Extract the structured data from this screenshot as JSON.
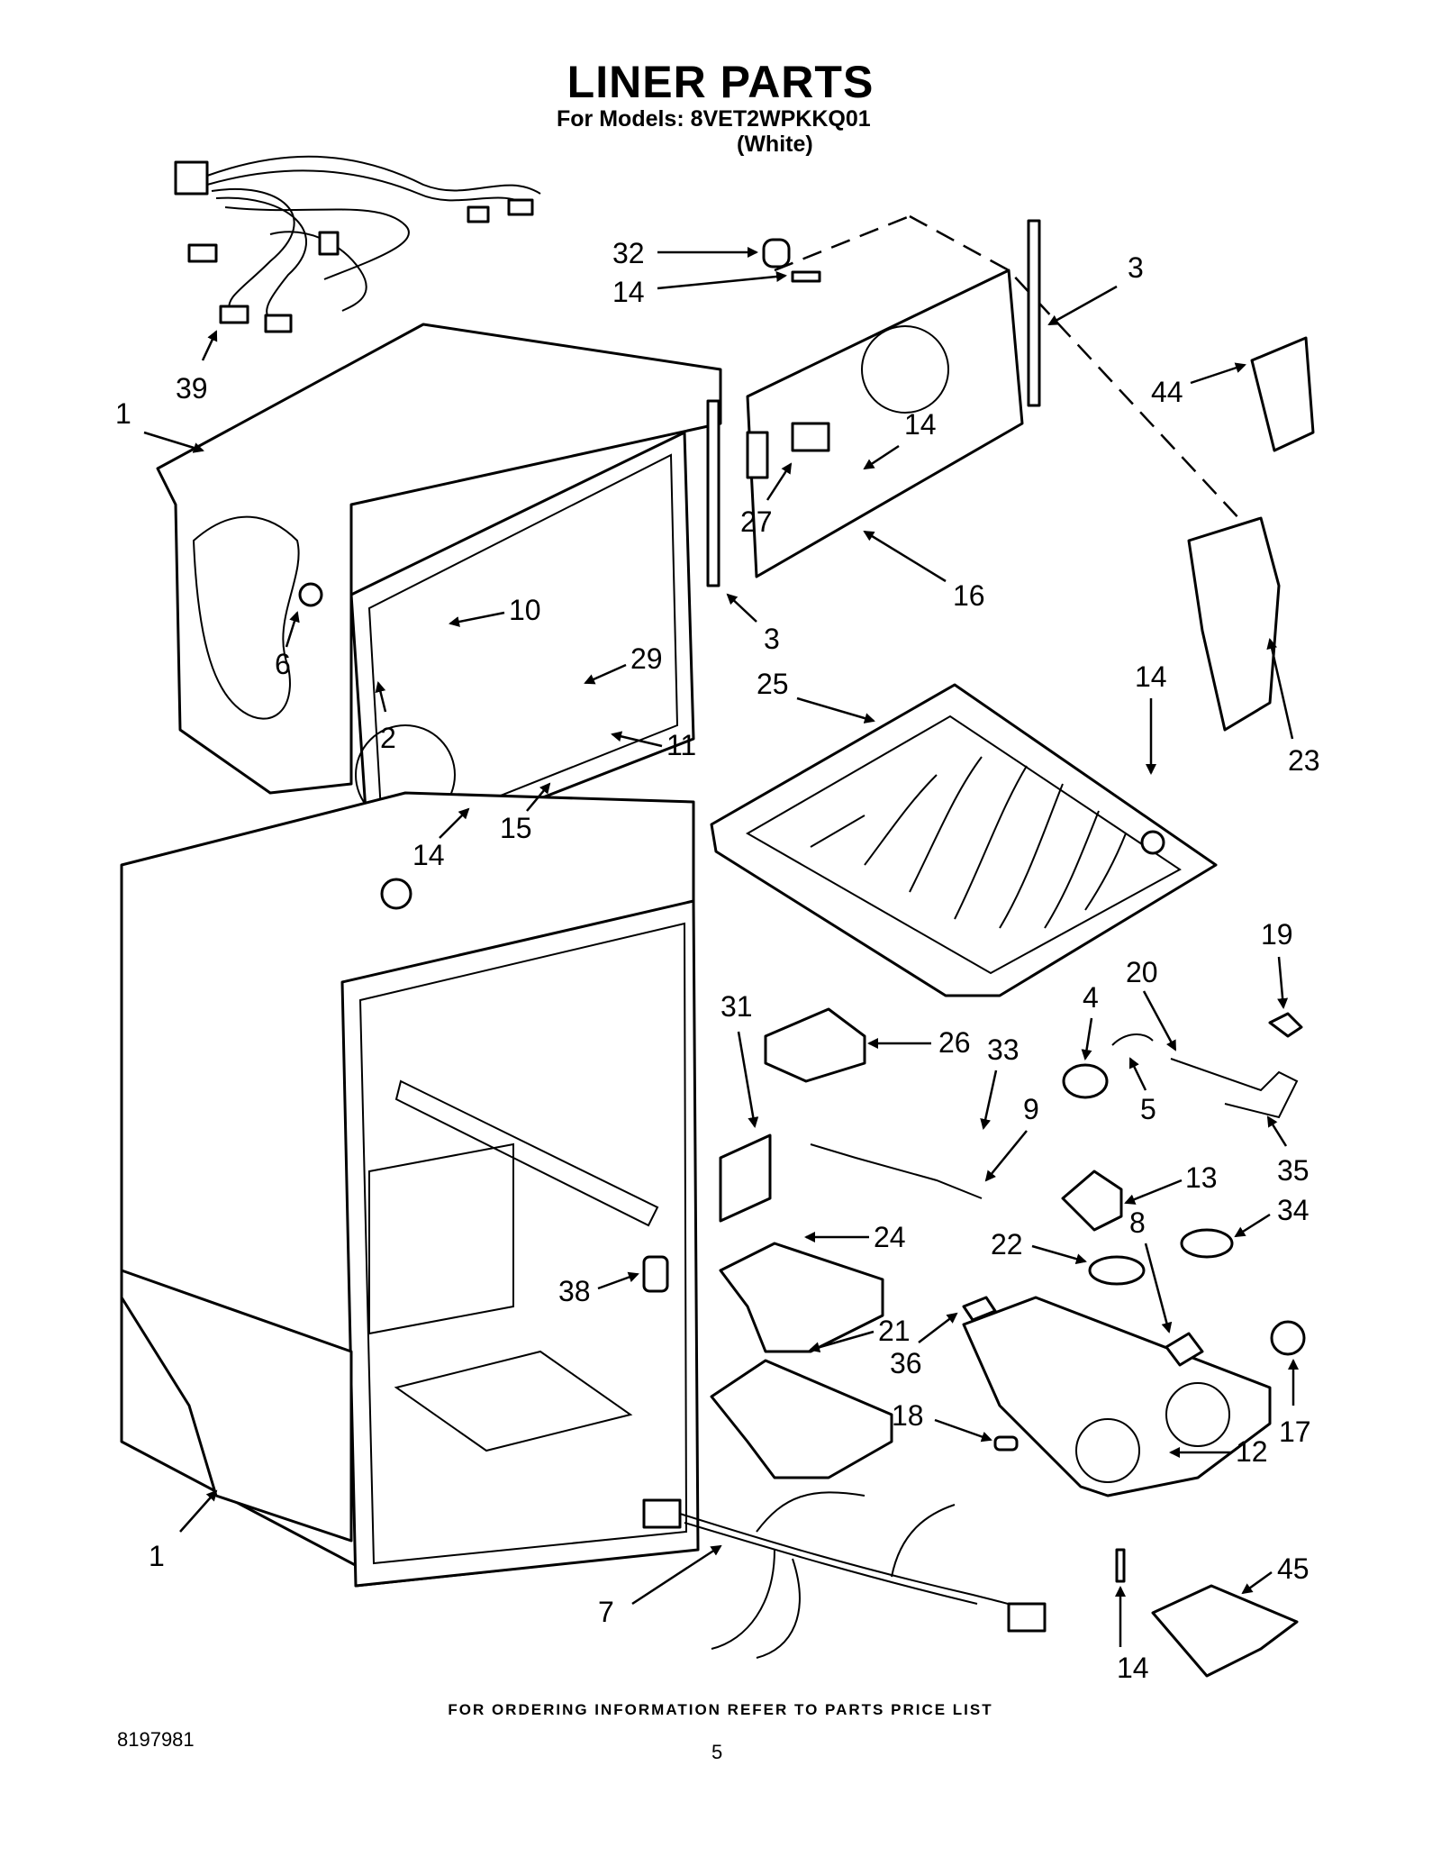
{
  "header": {
    "title": "LINER PARTS",
    "models": "For Models: 8VET2WPKKQ01",
    "color": "(White)"
  },
  "footer": {
    "ordering": "FOR ORDERING INFORMATION REFER TO PARTS PRICE LIST",
    "doc_number": "8197981",
    "page": "5"
  },
  "callouts": {
    "c1a": "1",
    "c1b": "1",
    "c2": "2",
    "c3a": "3",
    "c3b": "3",
    "c4": "4",
    "c5": "5",
    "c6": "6",
    "c7": "7",
    "c8": "8",
    "c9": "9",
    "c10": "10",
    "c11": "11",
    "c12": "12",
    "c13": "13",
    "c14a": "14",
    "c14b": "14",
    "c14c": "14",
    "c14d": "14",
    "c14e": "14",
    "c15": "15",
    "c16": "16",
    "c17": "17",
    "c18": "18",
    "c19": "19",
    "c20": "20",
    "c21": "21",
    "c22": "22",
    "c23": "23",
    "c24": "24",
    "c25": "25",
    "c26": "26",
    "c27": "27",
    "c29": "29",
    "c31": "31",
    "c32": "32",
    "c33": "33",
    "c34": "34",
    "c35": "35",
    "c36": "36",
    "c38": "38",
    "c39": "39",
    "c44": "44",
    "c45": "45"
  },
  "style": {
    "ink": "#000000",
    "paper": "#ffffff"
  }
}
